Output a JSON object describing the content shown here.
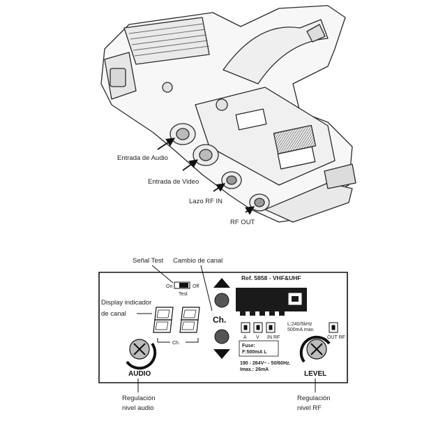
{
  "device_top": {
    "labels": {
      "audio_in": "Entrada de Audio",
      "video_in": "Entrada de Video",
      "rf_in": "Lazo RF IN",
      "rf_out": "RF OUT"
    }
  },
  "front_panel": {
    "top_labels": {
      "test_signal": "Señal Test",
      "channel_change": "Cambio de canal"
    },
    "switch": {
      "on": "On",
      "off": "Off",
      "caption": "Test"
    },
    "display_label": [
      "Display indicador",
      "de canal"
    ],
    "channel_bracket": "Ch.",
    "channel_button_label": "Ch.",
    "reference": "Ref. 5858 - VHF&UHF",
    "connectors": [
      "A",
      "V",
      "IN RF",
      "OUT RF"
    ],
    "freq_spec": [
      "L:240/5kHz",
      "500mA max."
    ],
    "fuse": [
      "Fuse:",
      "F:500mA L"
    ],
    "power": [
      "190 - 264V~ - 50/60Hz.",
      "Imax.: 26mA"
    ],
    "knob_left": "AUDIO",
    "knob_right": "LEVEL",
    "bottom_labels": {
      "audio_level": [
        "Regulación",
        "nivel audio"
      ],
      "rf_level": [
        "Regulación",
        "nivel RF"
      ]
    }
  }
}
